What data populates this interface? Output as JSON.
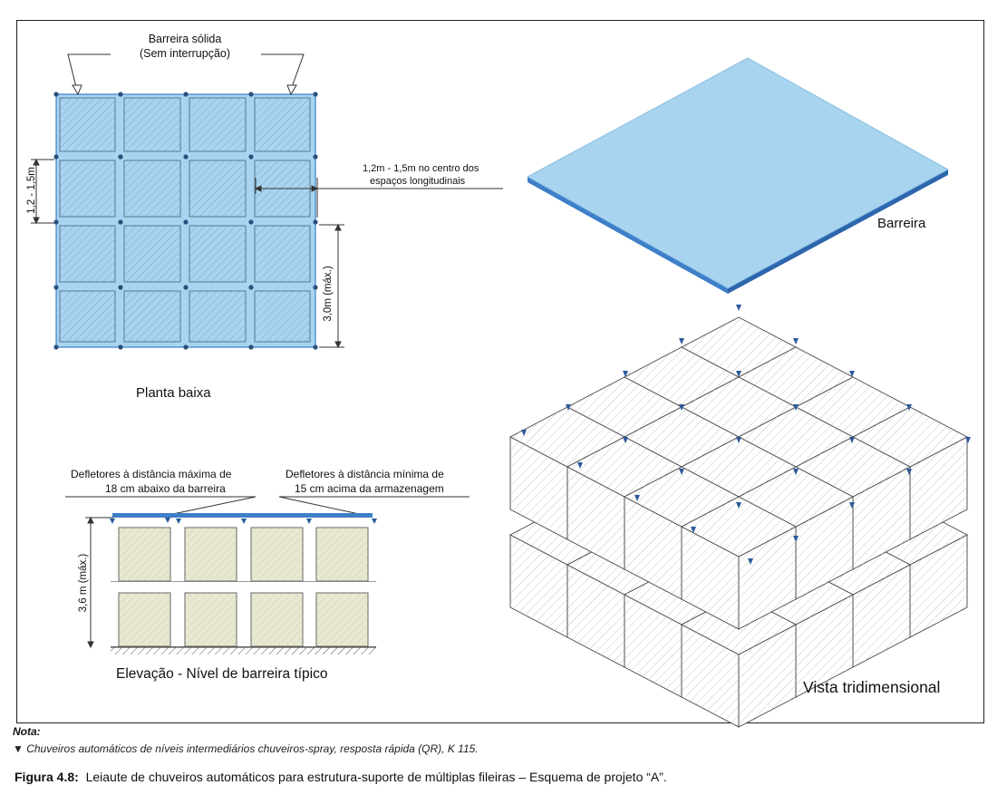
{
  "diagram": {
    "plan": {
      "barrier_label_line1": "Barreira sólida",
      "barrier_label_line2": "(Sem interrupção)",
      "dim_left": "1,2 - 1,5m",
      "spacing_label_line1": "1,2m - 1,5m no centro dos",
      "spacing_label_line2": "espaços longitudinais",
      "dim_right": "3,0m (máx.)",
      "caption": "Planta baixa"
    },
    "isometric": {
      "barrier_label": "Barreira",
      "caption": "Vista tridimensional"
    },
    "elevation": {
      "deflector_max_line1": "Defletores à distância máxima de",
      "deflector_max_line2": "18 cm abaixo da barreira",
      "deflector_min_line1": "Defletores à distância mínima de",
      "deflector_min_line2": "15 cm acima da armazenagem",
      "dim_height": "3,6 m (máx.)",
      "caption": "Elevação - Nível de barreira típico"
    },
    "colors": {
      "barrier_fill": "#a8d4f0",
      "barrier_edge": "#3e7fc8",
      "box_fill": "#e8e8d2",
      "sprinkler": "#2a5a9a"
    }
  },
  "note": {
    "heading": "Nota:",
    "text": "▼ Chuveiros automáticos de níveis intermediários chuveiros-spray, resposta rápida (QR), K 115."
  },
  "figure": {
    "label": "Figura 4.8:",
    "caption": "Leiaute de chuveiros automáticos para estrutura-suporte de múltiplas fileiras – Esquema de projeto “A”."
  }
}
